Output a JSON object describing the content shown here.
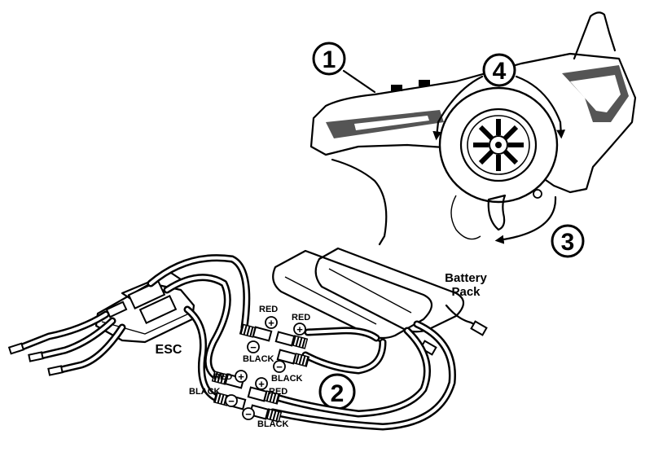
{
  "diagram": {
    "labels": {
      "battery_line1": "Battery",
      "battery_line2": "Pack",
      "esc": "ESC",
      "red": "RED",
      "black": "BLACK",
      "plus": "+",
      "minus": "−"
    },
    "steps": {
      "one": "1",
      "two": "2",
      "three": "3",
      "four": "4"
    }
  }
}
